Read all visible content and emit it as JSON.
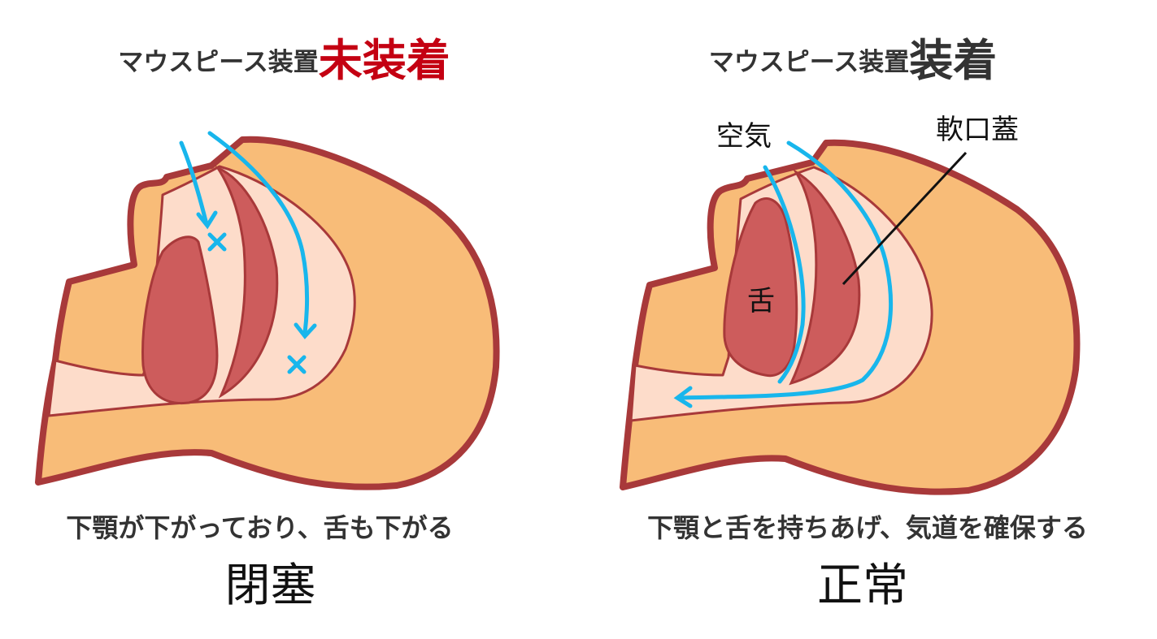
{
  "left_panel": {
    "title_prefix": "マウスピース装置",
    "title_emphasis": "未装着",
    "caption": "下顎が下がっており、舌も下がる",
    "state": "閉塞"
  },
  "right_panel": {
    "title_prefix": "マウスピース装置",
    "title_emphasis": "装着",
    "caption": "下顎と舌を持ちあげ、気道を確保する",
    "state": "正常",
    "labels": {
      "air": "空気",
      "soft_palate": "軟口蓋",
      "tongue": "舌"
    }
  },
  "colors": {
    "skin": "#f8bc78",
    "outline": "#a8393a",
    "airway": "#fddcca",
    "tissue": "#cd5c5c",
    "air_arrow": "#18b6ec",
    "title_red": "#c40012",
    "text": "#333333"
  },
  "icons": [
    "arrow-icon",
    "blocked-x-icon"
  ]
}
